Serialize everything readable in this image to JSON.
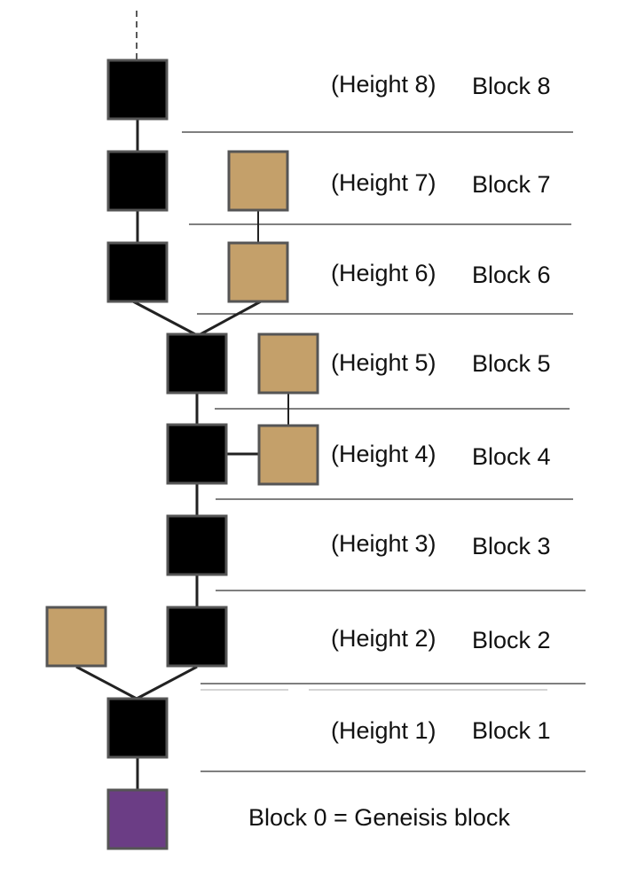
{
  "colors": {
    "main_chain": "#000000",
    "orphan": "#c4a06a",
    "genesis": "#6b3d85",
    "block_border": "#555555",
    "link": "#222222",
    "divider": "#333333"
  },
  "labels": {
    "h8": {
      "height": "(Height 8)",
      "block": "Block 8"
    },
    "h7": {
      "height": "(Height 7)",
      "block": "Block 7"
    },
    "h6": {
      "height": "(Height 6)",
      "block": "Block 6"
    },
    "h5": {
      "height": "(Height 5)",
      "block": "Block 5"
    },
    "h4": {
      "height": "(Height 4)",
      "block": "Block 4"
    },
    "h3": {
      "height": "(Height 3)",
      "block": "Block 3"
    },
    "h2": {
      "height": "(Height 2)",
      "block": "Block 2"
    },
    "h1": {
      "height": "(Height 1)",
      "block": "Block 1"
    },
    "genesis": "Block 0 = Geneisis block"
  }
}
